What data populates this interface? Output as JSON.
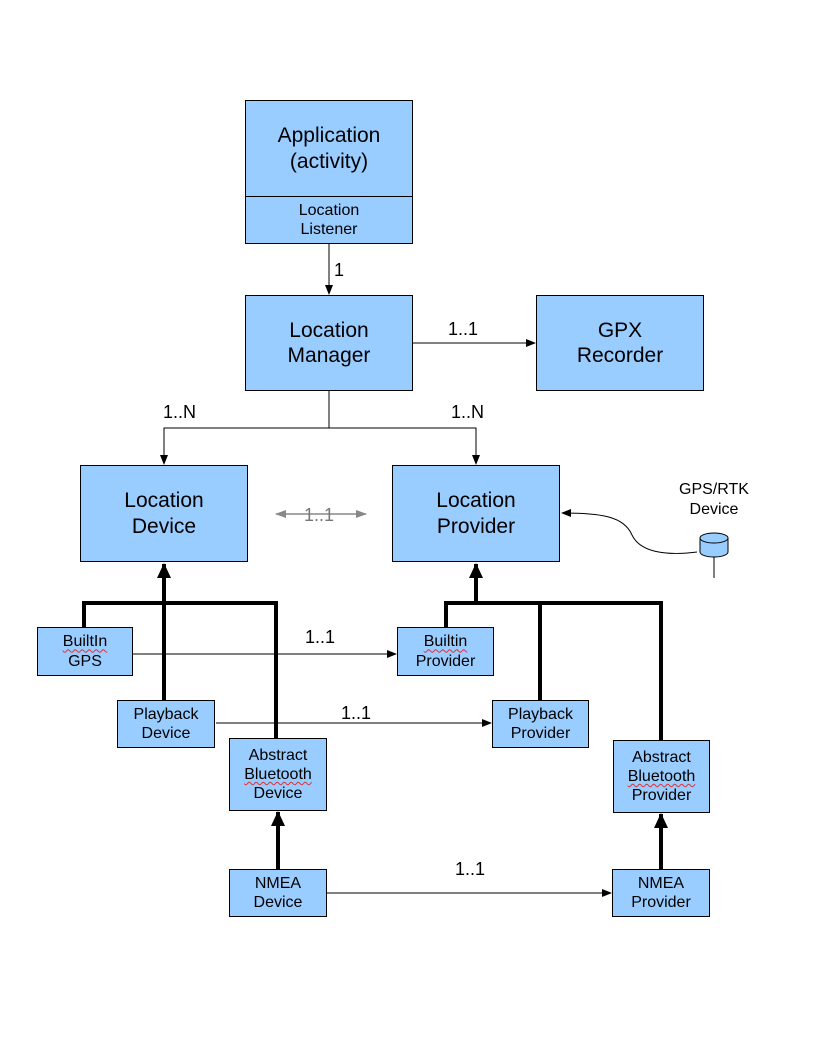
{
  "boxes": {
    "application": {
      "line1": "Application",
      "line2": "(activity)",
      "sub1": "Location",
      "sub2": "Listener"
    },
    "location_manager": {
      "line1": "Location",
      "line2": "Manager"
    },
    "gpx_recorder": {
      "line1": "GPX",
      "line2": "Recorder"
    },
    "location_device": {
      "line1": "Location",
      "line2": "Device"
    },
    "location_provider": {
      "line1": "Location",
      "line2": "Provider"
    },
    "builtin_gps": {
      "line1": "BuiltIn",
      "line2": "GPS"
    },
    "builtin_provider": {
      "line1": "Builtin",
      "line2": "Provider"
    },
    "playback_device": {
      "line1": "Playback",
      "line2": "Device"
    },
    "playback_provider": {
      "line1": "Playback",
      "line2": "Provider"
    },
    "abstract_bt_device": {
      "line1": "Abstract",
      "line2": "Bluetooth",
      "line3": "Device"
    },
    "abstract_bt_provider": {
      "line1": "Abstract",
      "line2": "Bluetooth",
      "line3": "Provider"
    },
    "nmea_device": {
      "line1": "NMEA",
      "line2": "Device"
    },
    "nmea_provider": {
      "line1": "NMEA",
      "line2": "Provider"
    }
  },
  "labels": {
    "app_to_manager": "1",
    "manager_to_gpx": "1..1",
    "manager_to_device": "1..N",
    "manager_to_provider": "1..N",
    "device_provider": "1..1",
    "builtin_link": "1..1",
    "playback_link": "1..1",
    "nmea_link": "1..1",
    "gps_rtk_line1": "GPS/RTK",
    "gps_rtk_line2": "Device"
  },
  "colors": {
    "box_fill": "#99ccff",
    "border": "#000000",
    "grey_arrow": "#888888",
    "spell_underline": "#e03030"
  }
}
